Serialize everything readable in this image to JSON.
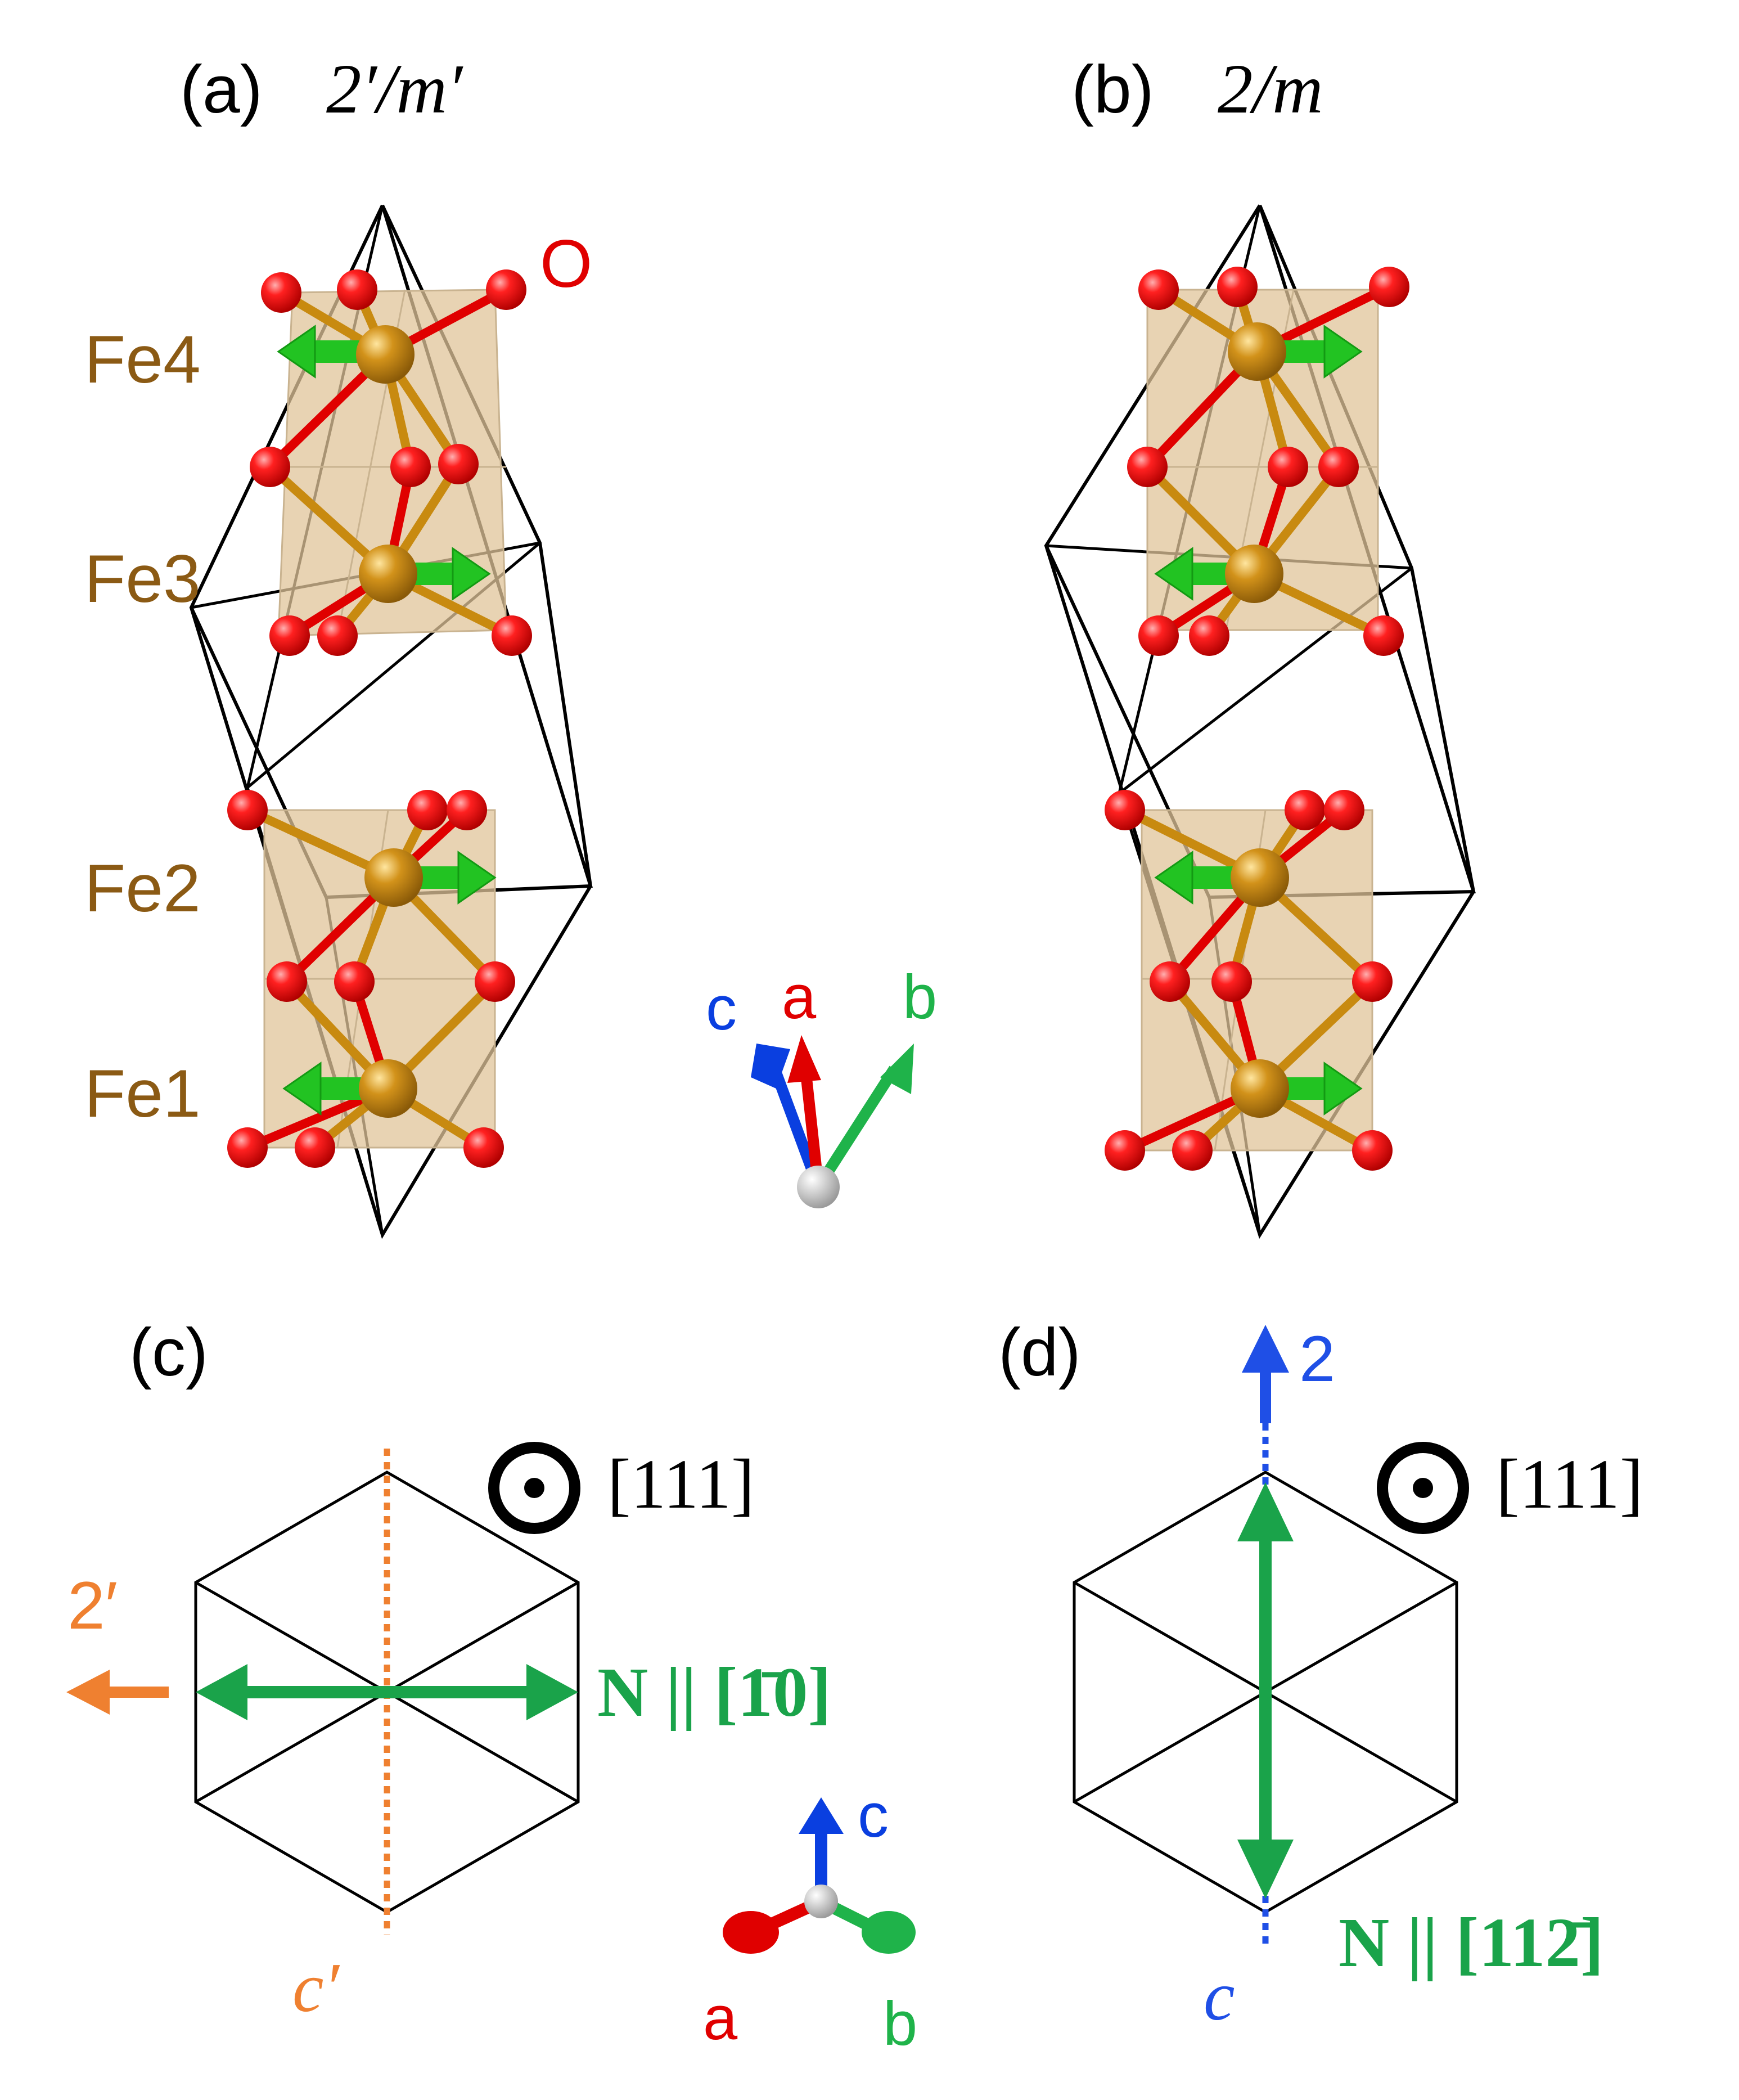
{
  "panels": {
    "a": {
      "tag": "(a)",
      "group": "2′/m′"
    },
    "b": {
      "tag": "(b)",
      "group": "2/m"
    },
    "c": {
      "tag": "(c)",
      "view": "[111]",
      "axis_label": "2′",
      "mirror_label": "c′",
      "n_label": "N || [1̄0]"
    },
    "d": {
      "tag": "(d)",
      "view": "[111]",
      "axis_label": "2",
      "mirror_label": "c",
      "n_label": "N || [112̄]"
    }
  },
  "atoms": {
    "oxygen": "O",
    "fe4": "Fe4",
    "fe3": "Fe3",
    "fe2": "Fe2",
    "fe1": "Fe1"
  },
  "axes": {
    "a": "a",
    "b": "b",
    "c": "c"
  },
  "colors": {
    "oxygen": "#e00000",
    "iron": "#c88a10",
    "iron_label": "#8b5a14",
    "moment": "#22c322",
    "axis_a": "#e00000",
    "axis_b": "#1fb34a",
    "axis_c": "#0a3fe0",
    "n_vector": "#1aa34a",
    "orange": "#ef8030",
    "blue": "#1f4fe6",
    "octahedron": "#e0c49a"
  },
  "icons": {
    "view_direction": "out-of-plane-dot-icon"
  }
}
